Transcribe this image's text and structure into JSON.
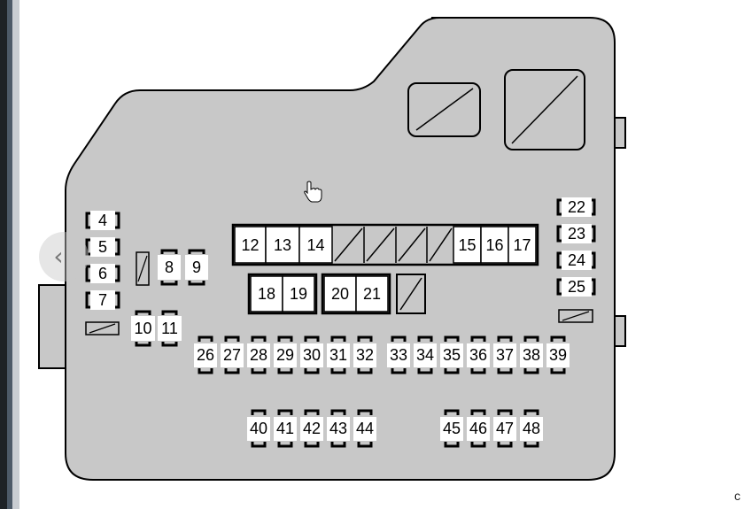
{
  "fuse_labels": {
    "f4": "4",
    "f5": "5",
    "f6": "6",
    "f7": "7",
    "f8": "8",
    "f9": "9",
    "f10": "10",
    "f11": "11",
    "f12": "12",
    "f13": "13",
    "f14": "14",
    "f15": "15",
    "f16": "16",
    "f17": "17",
    "f18": "18",
    "f19": "19",
    "f20": "20",
    "f21": "21",
    "f22": "22",
    "f23": "23",
    "f24": "24",
    "f25": "25",
    "f26": "26",
    "f27": "27",
    "f28": "28",
    "f29": "29",
    "f30": "30",
    "f31": "31",
    "f32": "32",
    "f33": "33",
    "f34": "34",
    "f35": "35",
    "f36": "36",
    "f37": "37",
    "f38": "38",
    "f39": "39",
    "f40": "40",
    "f41": "41",
    "f42": "42",
    "f43": "43",
    "f44": "44",
    "f45": "45",
    "f46": "46",
    "f47": "47",
    "f48": "48"
  },
  "nav": {
    "prev_icon": "‹"
  },
  "corner_text": "c",
  "colors": {
    "box_fill": "#c8c8c8",
    "outline": "#000000",
    "label_bg": "#ffffff",
    "nav_button": "#c8c8c8"
  }
}
